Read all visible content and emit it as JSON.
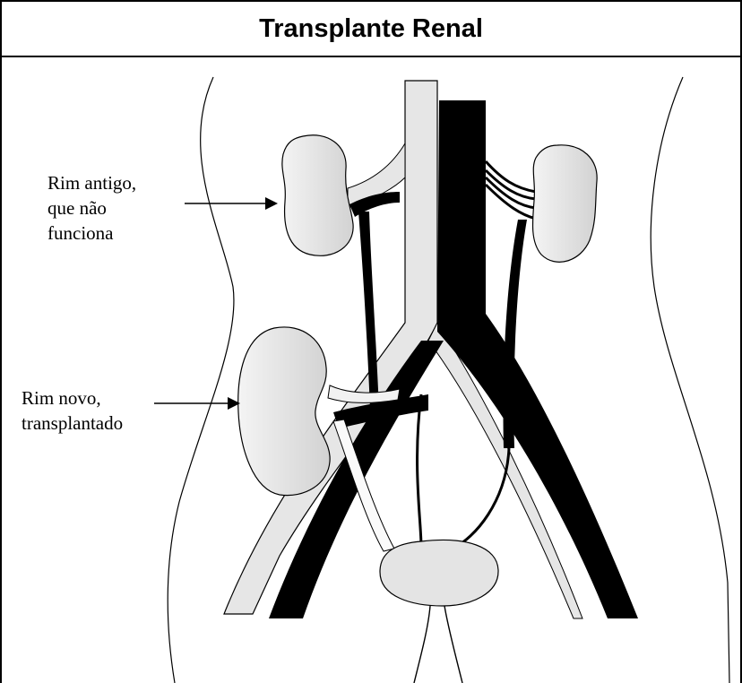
{
  "title": "Transplante Renal",
  "labels": {
    "old_kidney": [
      "Rim antigo,",
      "que não",
      "funciona"
    ],
    "new_kidney": [
      "Rim novo,",
      "transplantado"
    ]
  },
  "colors": {
    "vessel_dark": "#000000",
    "vessel_light": "#e6e6e6",
    "organ_fill": "#e4e4e4",
    "outline": "#000000"
  }
}
